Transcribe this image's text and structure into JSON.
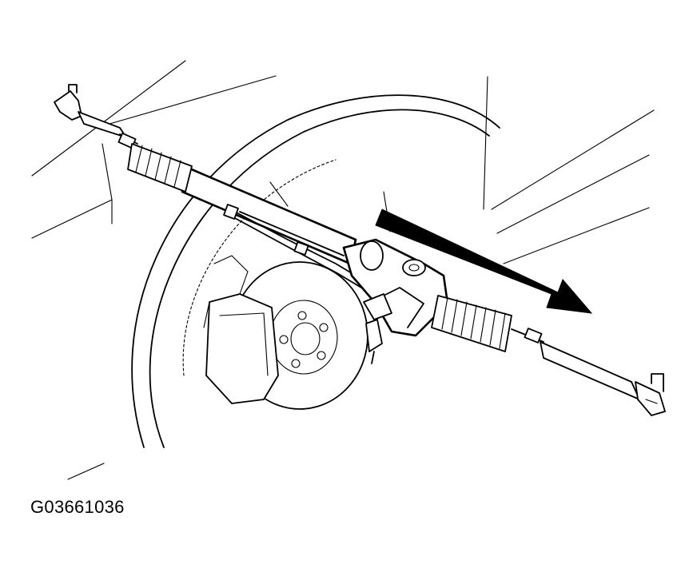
{
  "figure": {
    "code": "G03661036",
    "components": [
      "tie-rod-end-left",
      "tie-rod-left",
      "boot-left",
      "rack-housing",
      "steering-gear-valve-body",
      "fluid-lines",
      "boot-right",
      "tie-rod-right",
      "tie-rod-end-right",
      "brake-rotor",
      "brake-caliper",
      "wheel-arch",
      "direction-arrow"
    ],
    "colors": {
      "ink": "#000000",
      "background": "#ffffff",
      "arrow": "#000000"
    }
  }
}
